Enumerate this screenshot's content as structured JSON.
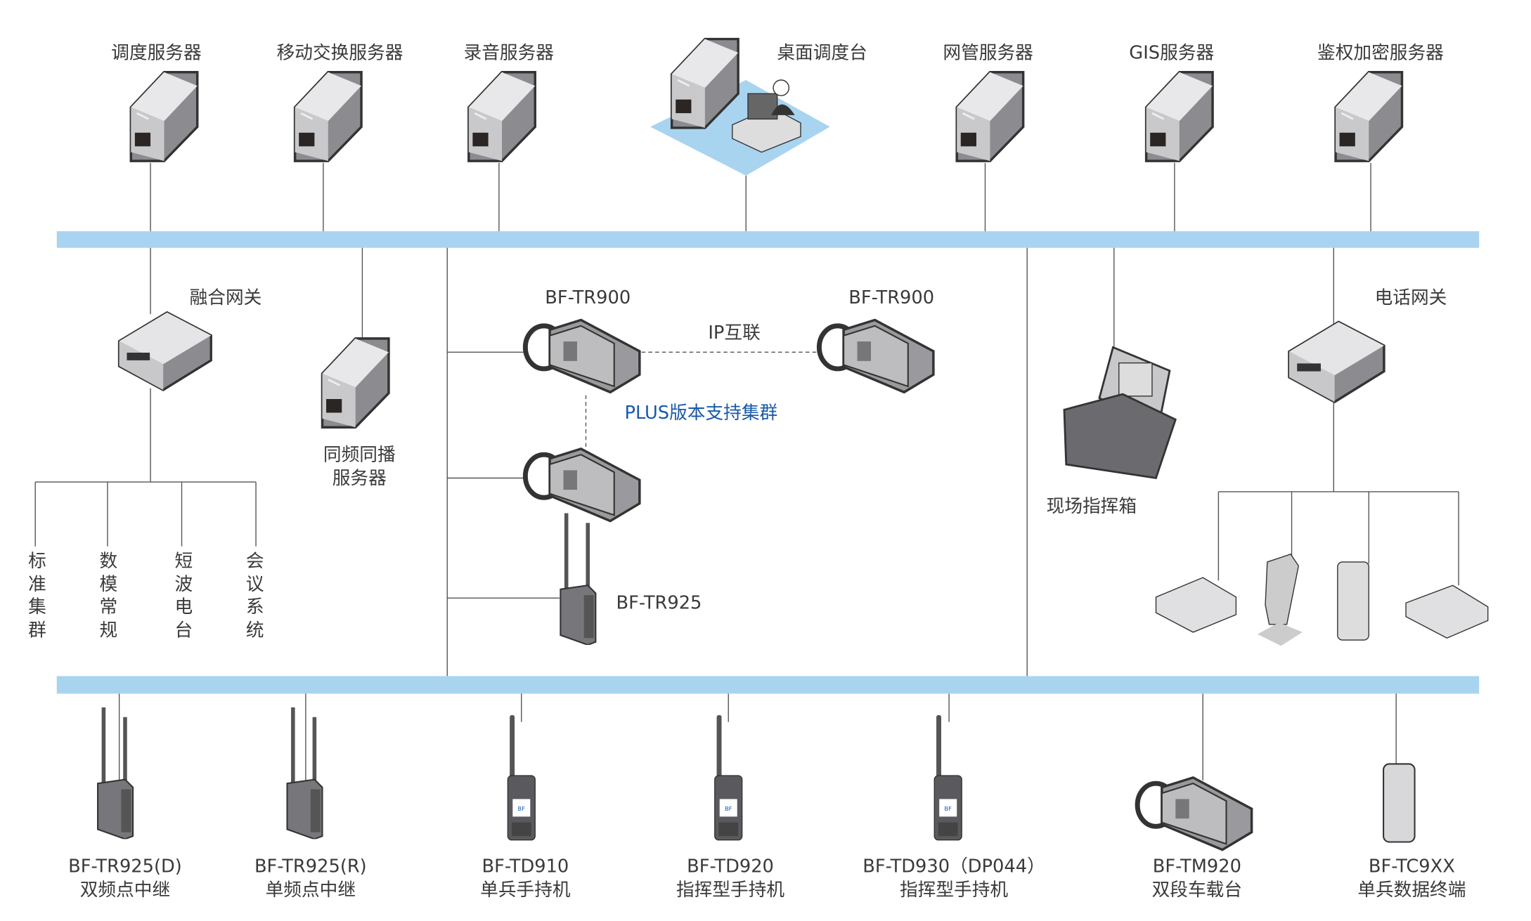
{
  "top_servers": [
    {
      "label": "调度服务器"
    },
    {
      "label": "移动交换服务器"
    },
    {
      "label": "录音服务器"
    },
    {
      "label": "桌面调度台"
    },
    {
      "label": "网管服务器"
    },
    {
      "label": "GIS服务器"
    },
    {
      "label": "鉴权加密服务器"
    }
  ],
  "middle": {
    "fusion_gateway": "融合网关",
    "fusion_endpoints": [
      {
        "chars": [
          "标",
          "准",
          "集",
          "群"
        ]
      },
      {
        "chars": [
          "数",
          "模",
          "常",
          "规"
        ]
      },
      {
        "chars": [
          "短",
          "波",
          "电",
          "台"
        ]
      },
      {
        "chars": [
          "会",
          "议",
          "系",
          "统"
        ]
      }
    ],
    "simulcast_server": [
      "同频同播",
      "服务器"
    ],
    "repeater_left": "BF-TR900",
    "repeater_right": "BF-TR900",
    "ip_link": "IP互联",
    "plus_note": "PLUS版本支持集群",
    "tr925": "BF-TR925",
    "command_box": "现场指挥箱",
    "phone_gateway": "电话网关"
  },
  "bottom_devices": [
    {
      "model": "BF-TR925(D)",
      "desc": "双频点中继"
    },
    {
      "model": "BF-TR925(R)",
      "desc": "单频点中继"
    },
    {
      "model": "BF-TD910",
      "desc": "单兵手持机"
    },
    {
      "model": "BF-TD920",
      "desc": "指挥型手持机"
    },
    {
      "model": "BF-TD930（DP044）",
      "desc": "指挥型手持机"
    },
    {
      "model": "BF-TM920",
      "desc": "双段车载台"
    },
    {
      "model": "BF-TC9XX",
      "desc": "单兵数据终端"
    }
  ],
  "colors": {
    "bus": "#a8d4f0",
    "note": "#1a5aa8"
  }
}
